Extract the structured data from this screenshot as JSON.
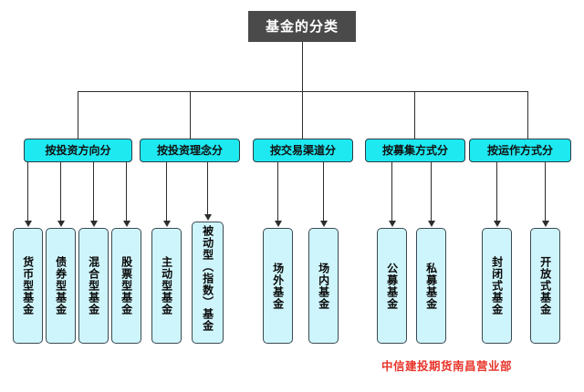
{
  "diagram": {
    "type": "org-tree",
    "title": "基金的分类",
    "title_color": "#4a4a4a",
    "title_text_color": "#ffffff",
    "category_fill": "#1ee8f0",
    "leaf_fill": "#cff5fc",
    "line_color": "#2d2d2d",
    "categories": [
      {
        "label": "按投资方向分",
        "leaves": [
          {
            "label": "货币型基金"
          },
          {
            "label": "债券型基金"
          },
          {
            "label": "混合型基金"
          },
          {
            "label": "股票型基金"
          }
        ]
      },
      {
        "label": "按投资理念分",
        "leaves": [
          {
            "label": "主动型基金"
          },
          {
            "label": "被动型（指数）基金"
          }
        ]
      },
      {
        "label": "按交易渠道分",
        "leaves": [
          {
            "label": "场外基金"
          },
          {
            "label": "场内基金"
          }
        ]
      },
      {
        "label": "按募集方式分",
        "leaves": [
          {
            "label": "公募基金"
          },
          {
            "label": "私募基金"
          }
        ]
      },
      {
        "label": "按运作方式分",
        "leaves": [
          {
            "label": "封闭式基金"
          },
          {
            "label": "开放式基金"
          }
        ]
      }
    ]
  },
  "footer": {
    "label": "中信建投期货南昌营业部",
    "color": "#e8342a"
  }
}
